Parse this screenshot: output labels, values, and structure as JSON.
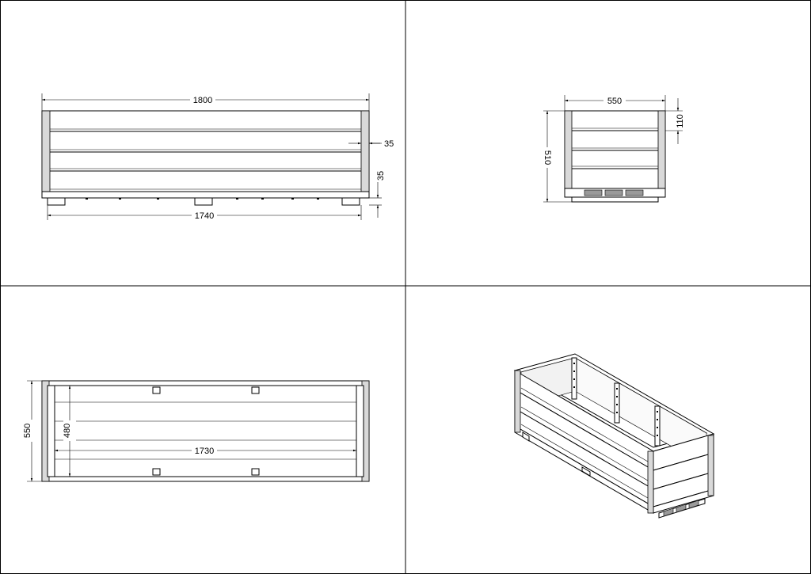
{
  "drawing": {
    "views": {
      "front": {
        "dim_length_top": "1800",
        "dim_length_bottom": "1740",
        "dim_inset_side": "35",
        "dim_foot_height": "35"
      },
      "side": {
        "dim_width": "550",
        "dim_height": "510",
        "dim_board_height": "110"
      },
      "top": {
        "dim_outer_width": "550",
        "dim_inner_width": "480",
        "dim_inner_length": "1730"
      },
      "isometric": {}
    }
  }
}
